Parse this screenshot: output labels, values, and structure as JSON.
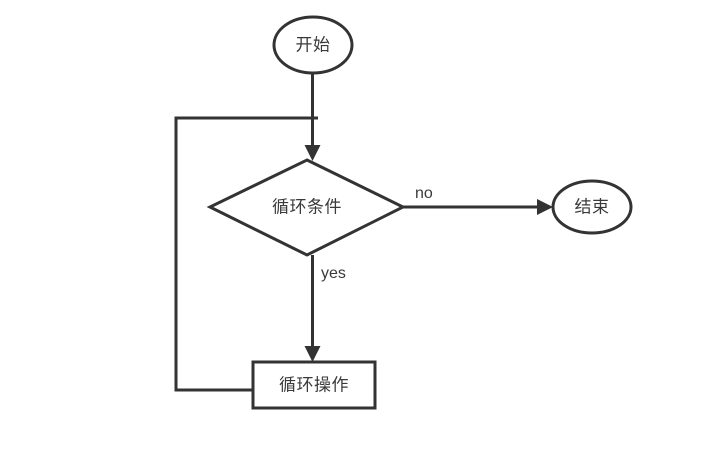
{
  "diagram": {
    "type": "flowchart",
    "title": "",
    "background_color": "#ffffff",
    "stroke_color": "#333333",
    "text_color": "#3a3a3a",
    "nodes": {
      "start": {
        "label": "开始",
        "shape": "ellipse"
      },
      "condition": {
        "label": "循环条件",
        "shape": "diamond"
      },
      "operation": {
        "label": "循环操作",
        "shape": "rectangle"
      },
      "end": {
        "label": "结束",
        "shape": "ellipse"
      }
    },
    "edges": {
      "start_to_condition": {
        "label": ""
      },
      "condition_to_end": {
        "label": "no"
      },
      "condition_to_operation": {
        "label": "yes"
      },
      "operation_to_condition": {
        "label": ""
      }
    }
  }
}
